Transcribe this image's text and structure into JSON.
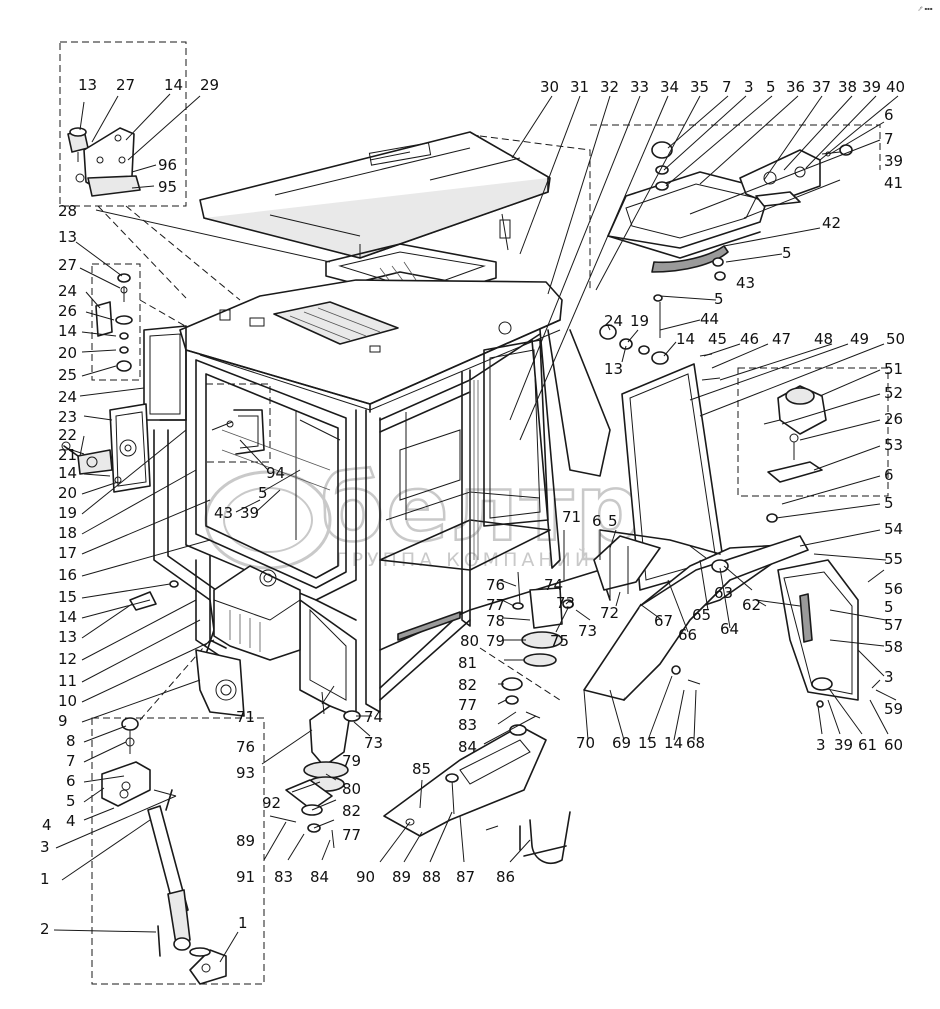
{
  "corner_mark": "🖋 ▪▪▪",
  "watermark": {
    "logo_text": "белтро",
    "subtitle": "ГРУППА КОМПАНИЙ"
  },
  "part_numbers": {
    "top_left_inset": [
      "13",
      "27",
      "14",
      "29",
      "96",
      "95"
    ],
    "top_row": [
      "30",
      "31",
      "32",
      "33",
      "34",
      "35",
      "7",
      "3",
      "5",
      "36",
      "37",
      "38",
      "39",
      "40"
    ],
    "right_column": [
      "6",
      "7",
      "39",
      "41",
      "42",
      "5",
      "43",
      "5",
      "44",
      "45",
      "46",
      "47",
      "48",
      "49",
      "50",
      "51",
      "52",
      "26",
      "53",
      "6",
      "5",
      "54",
      "55",
      "56",
      "5",
      "57",
      "58",
      "3",
      "59",
      "60",
      "61",
      "39",
      "3"
    ],
    "left_column": [
      "28",
      "13",
      "27",
      "24",
      "26",
      "14",
      "20",
      "25",
      "24",
      "23",
      "22",
      "21",
      "14",
      "20",
      "19",
      "18",
      "17",
      "16",
      "15",
      "14",
      "13",
      "12",
      "11",
      "10",
      "9",
      "8",
      "7",
      "6",
      "5",
      "4",
      "3",
      "1",
      "2",
      "1",
      "4"
    ],
    "center": [
      "94",
      "5",
      "43",
      "39",
      "24",
      "19",
      "14",
      "13",
      "71",
      "6",
      "5",
      "76",
      "77",
      "74",
      "73",
      "78",
      "75",
      "79",
      "73",
      "80",
      "81",
      "82",
      "77",
      "83",
      "84",
      "71",
      "76",
      "74",
      "73",
      "93",
      "79",
      "80",
      "92",
      "82",
      "77",
      "89",
      "91",
      "83",
      "84",
      "85",
      "90",
      "89",
      "88",
      "87",
      "86",
      "72",
      "65",
      "66",
      "67",
      "63",
      "64",
      "62",
      "70",
      "69",
      "15",
      "14",
      "68"
    ]
  },
  "colors": {
    "line": "#1a1a1a",
    "background": "#ffffff",
    "watermark": "#c9c9c9"
  }
}
